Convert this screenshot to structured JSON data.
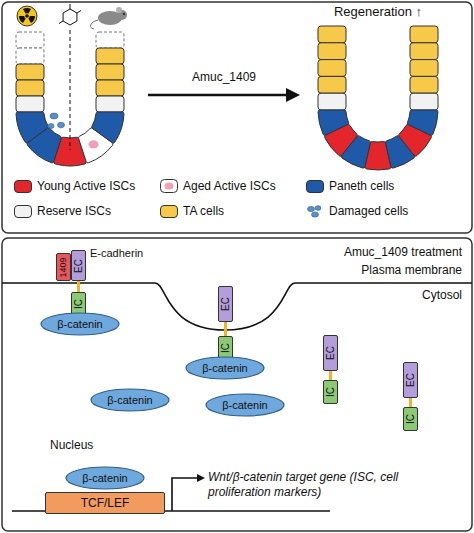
{
  "diagram": {
    "nodes": [
      {
        "text": [
          "1409"
        ]
      },
      {
        "text": [
          "EC"
        ]
      },
      {
        "text": [
          "IC"
        ]
      },
      {
        "text": [
          "β-catenin"
        ]
      },
      {
        "text": [
          "EC"
        ]
      },
      {
        "text": [
          "IC"
        ]
      },
      {
        "text": [
          "β-catenin"
        ]
      },
      {
        "text": [
          "EC"
        ]
      },
      {
        "text": [
          "IC"
        ]
      },
      {
        "text": [
          "β-catenin"
        ]
      },
      {
        "text": [
          "β-catenin"
        ]
      },
      {
        "text": [
          "EC"
        ]
      },
      {
        "text": [
          "IC"
        ]
      },
      {
        "text": [
          "β-catenin"
        ]
      },
      {
        "text": [
          "TCF/LEF"
        ]
      }
    ],
    "edges": [
      {
        "from": 1,
        "to": 2,
        "arrow": "none"
      },
      {
        "from": 4,
        "to": 5,
        "arrow": "none"
      },
      {
        "from": 7,
        "to": 8,
        "arrow": "none"
      },
      {
        "from": 11,
        "to": 12,
        "arrow": "none"
      }
    ],
    "labels": [
      "Regeneration ↑",
      "Amuc_1409",
      "Amuc_1409 treatment",
      "E-cadherin",
      "Plasma membrane",
      "Cytosol",
      "Nucleus",
      "Wnt/β-catenin target gene (ISC, cell proliferation markers)"
    ],
    "legend": [
      {
        "text": "Young Active ISCs",
        "color": "#e3262b"
      },
      {
        "text": "Aged Active ISCs"
      },
      {
        "text": "Paneth cells",
        "color": "#1f5aa8"
      },
      {
        "text": "Reserve ISCs",
        "color": "#f2f2f2"
      },
      {
        "text": "TA cells",
        "color": "#f7c948"
      },
      {
        "text": "Damaged cells"
      }
    ]
  }
}
